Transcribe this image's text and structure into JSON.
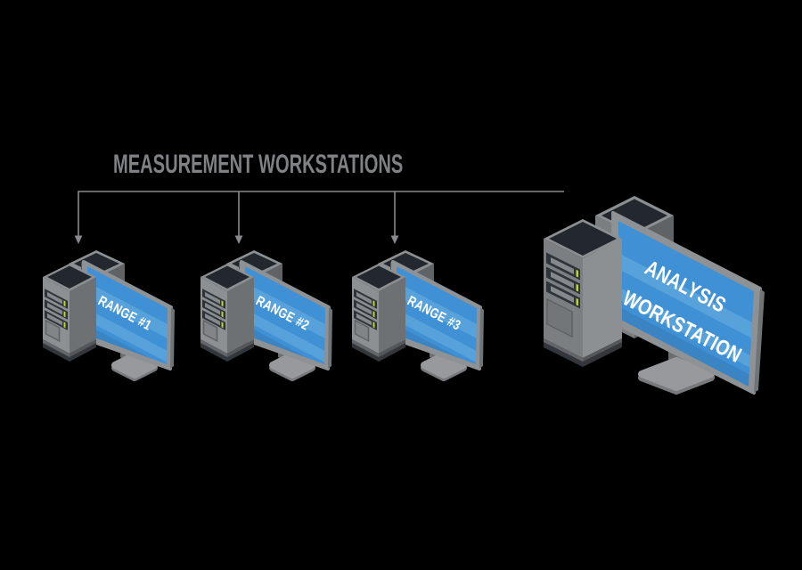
{
  "title": {
    "text": "MEASUREMENT WORKSTATIONS"
  },
  "workstations": [
    {
      "label": "RANGE #1"
    },
    {
      "label": "RANGE #2"
    },
    {
      "label": "RANGE #3"
    }
  ],
  "analysis": {
    "label_line1": "ANALYSIS",
    "label_line2": "WORKSTATION"
  },
  "colors": {
    "background": "#000000",
    "title_text": "#7f8184",
    "connector_line": "#87898c",
    "screen_blue": "#3f90d4",
    "screen_stripe": "#58a2dc",
    "tower_light": "#8c9093",
    "tower_mid": "#7b7f82",
    "tower_dark": "#6e7174",
    "tower_darker": "#606366",
    "top_panel": "#23282e",
    "bay_slot": "#2d3339",
    "bay_tray": "#85898c",
    "led_green": "#bcd335",
    "vent_line": "#5f6265",
    "monitor_frame": "#8f9295",
    "monitor_side": "#717477",
    "monitor_back": "#54575a",
    "stand_top": "#97999c",
    "stand_side": "#77797c",
    "stand_neck": "#6b6e71",
    "plinth": "#63666a",
    "plinth_dark": "#55585b",
    "shadow_base": "#33373b",
    "label_text": "#ffffff"
  }
}
